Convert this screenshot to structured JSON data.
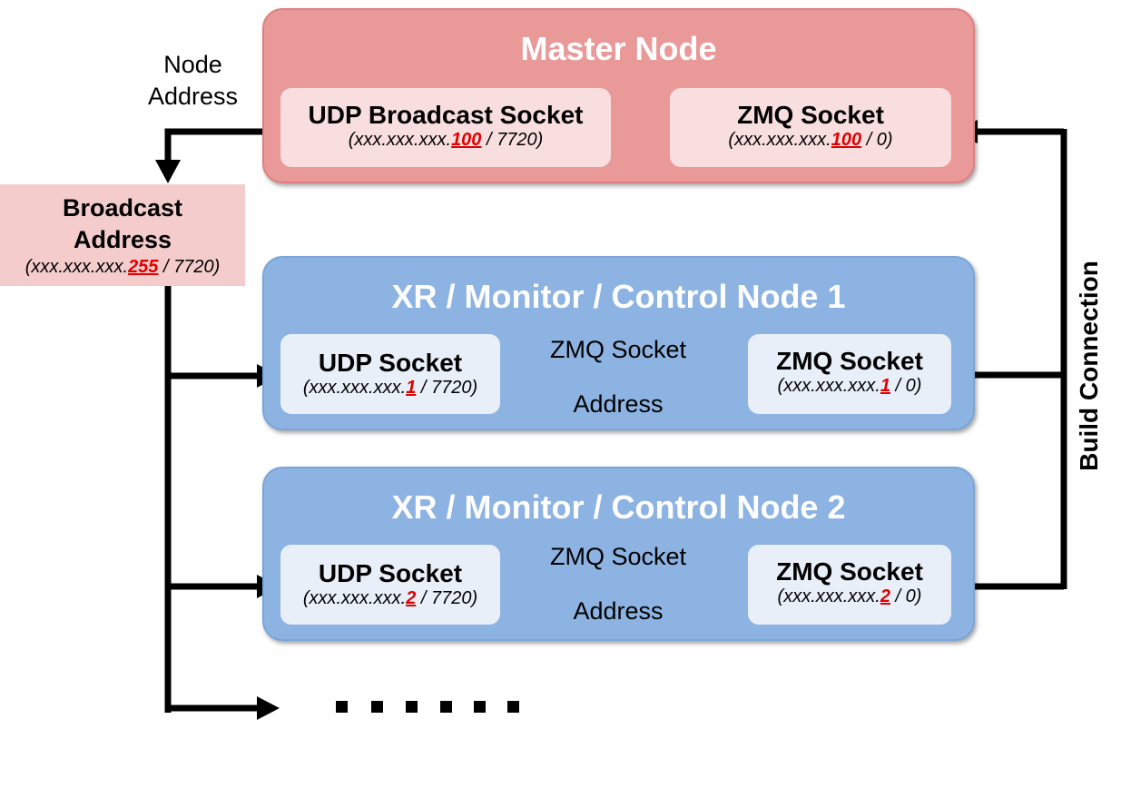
{
  "master": {
    "title": "Master Node",
    "udp": {
      "title": "UDP Broadcast Socket",
      "prefix": "(xxx.xxx.xxx.",
      "host": "100",
      "suffix": " / 7720)"
    },
    "zmq": {
      "title": "ZMQ Socket",
      "prefix": "(xxx.xxx.xxx.",
      "host": "100",
      "suffix": " / 0)"
    }
  },
  "node_address_label": {
    "line1": "Node",
    "line2": "Address"
  },
  "broadcast": {
    "line1": "Broadcast",
    "line2": "Address",
    "prefix": "(xxx.xxx.xxx.",
    "host": "255",
    "suffix": " / 7720)"
  },
  "clients": [
    {
      "title": "XR / Monitor / Control Node 1",
      "udp": {
        "title": "UDP Socket",
        "prefix": "(xxx.xxx.xxx.",
        "host": "1",
        "suffix": " / 7720)"
      },
      "arrow_label_top": "ZMQ Socket",
      "arrow_label_bottom": "Address",
      "zmq": {
        "title": "ZMQ Socket",
        "prefix": "(xxx.xxx.xxx.",
        "host": "1",
        "suffix": " / 0)"
      }
    },
    {
      "title": "XR / Monitor / Control Node 2",
      "udp": {
        "title": "UDP Socket",
        "prefix": "(xxx.xxx.xxx.",
        "host": "2",
        "suffix": " / 7720)"
      },
      "arrow_label_top": "ZMQ Socket",
      "arrow_label_bottom": "Address",
      "zmq": {
        "title": "ZMQ Socket",
        "prefix": "(xxx.xxx.xxx.",
        "host": "2",
        "suffix": " / 0)"
      }
    }
  ],
  "build_connection_label": "Build Connection",
  "continuation": "......",
  "colors": {
    "master": "#ea9999",
    "client": "#8db3e2",
    "highlight": "#e00000"
  }
}
